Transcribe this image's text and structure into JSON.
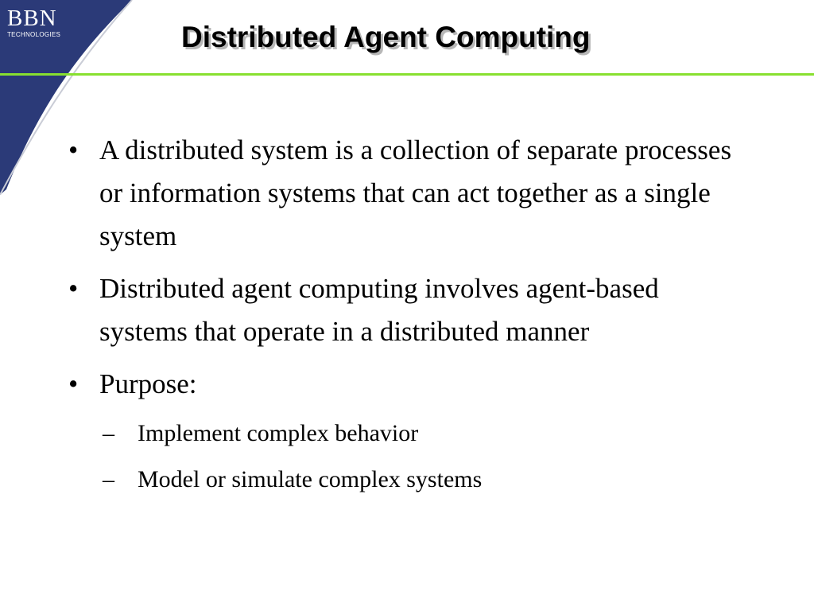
{
  "logo": {
    "letters": "BBN",
    "subtitle": "TECHNOLOGIES"
  },
  "title": "Distributed Agent Computing",
  "bullets": [
    {
      "marker": "•",
      "text": "A distributed system is a collection of separate processes or information systems that can act together as a single system"
    },
    {
      "marker": "•",
      "text": "Distributed agent computing involves agent-based systems that operate in a distributed manner"
    },
    {
      "marker": "•",
      "text": "Purpose:"
    }
  ],
  "subbullets": [
    {
      "marker": "–",
      "text": "Implement complex behavior"
    },
    {
      "marker": "–",
      "text": "Model or simulate complex systems"
    }
  ],
  "colors": {
    "corner_navy": "#2b3a78",
    "rule_green": "#88e030"
  }
}
